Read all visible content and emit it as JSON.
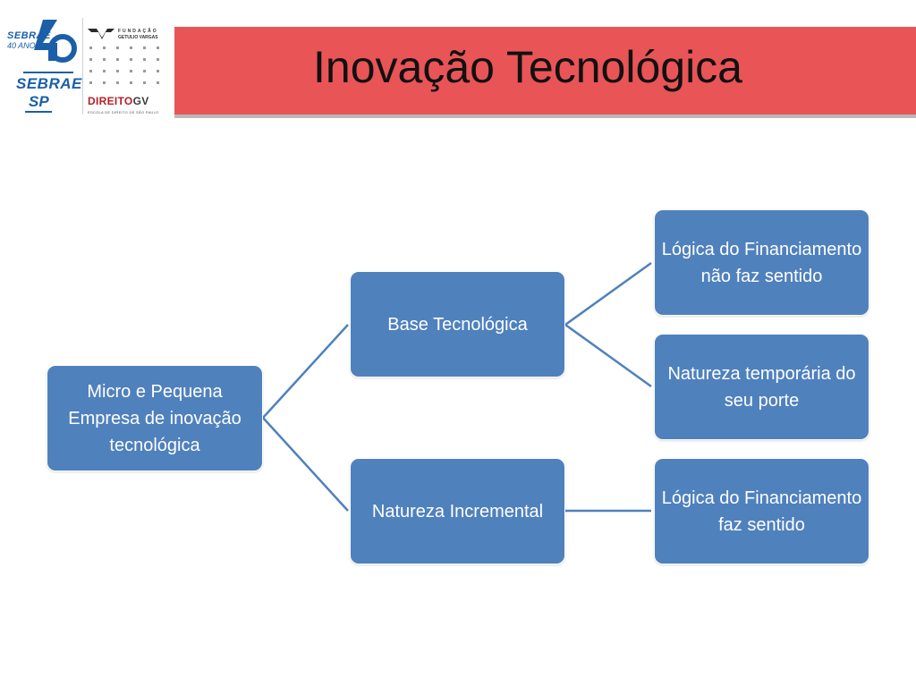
{
  "header": {
    "title": "Inovação Tecnológica",
    "title_bar_color": "#e95457",
    "logos": {
      "sebrae_40": {
        "line1": "SEBRAE",
        "line2": "40 ANOS",
        "numeral": "40"
      },
      "sebrae_sp": {
        "line1": "SEBRAE",
        "line2": "SP"
      },
      "fgv": {
        "fundacao": "FUNDAÇÃO",
        "getulio": "GETULIO VARGAS",
        "direito": "DIREITO",
        "gv": "GV",
        "escola": "ESCOLA DE DIREITO DE SÃO PAULO"
      }
    }
  },
  "diagram": {
    "node_color": "#4f81bd",
    "connector_color": "#4f81bd",
    "root": {
      "label": "Micro e Pequena Empresa de inovação tecnológica"
    },
    "branches": [
      {
        "label": "Base Tecnológica",
        "children": [
          {
            "label": "Lógica do Financiamento não faz sentido"
          },
          {
            "label": "Natureza temporária do seu porte"
          }
        ]
      },
      {
        "label": "Natureza Incremental",
        "children": [
          {
            "label": "Lógica do Financiamento faz sentido"
          }
        ]
      }
    ]
  }
}
